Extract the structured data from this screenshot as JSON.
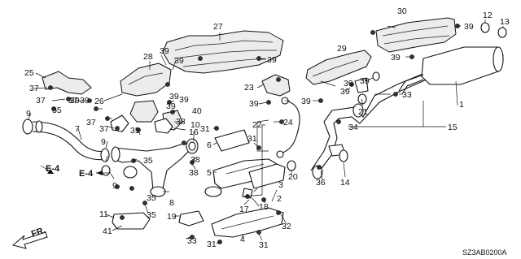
{
  "diagram": {
    "code": "SZ3AB0200A",
    "front_marker": "FR.",
    "ref_a": "E-4",
    "ref_b": "E-4",
    "labels": [
      "1",
      "2",
      "3",
      "4",
      "5",
      "6",
      "7",
      "8",
      "9",
      "9",
      "9",
      "10",
      "11",
      "12",
      "13",
      "14",
      "15",
      "16",
      "17",
      "18",
      "19",
      "20",
      "21",
      "22",
      "23",
      "24",
      "25",
      "26",
      "27",
      "28",
      "29",
      "30",
      "31",
      "31",
      "31",
      "31",
      "32",
      "33",
      "33",
      "34",
      "35",
      "35",
      "35",
      "35",
      "35",
      "36",
      "37",
      "37",
      "37",
      "37",
      "37",
      "38",
      "38",
      "38",
      "39",
      "39",
      "39",
      "39",
      "39",
      "39",
      "39",
      "39",
      "39",
      "39",
      "39",
      "39",
      "39",
      "39",
      "39",
      "40",
      "41"
    ]
  }
}
